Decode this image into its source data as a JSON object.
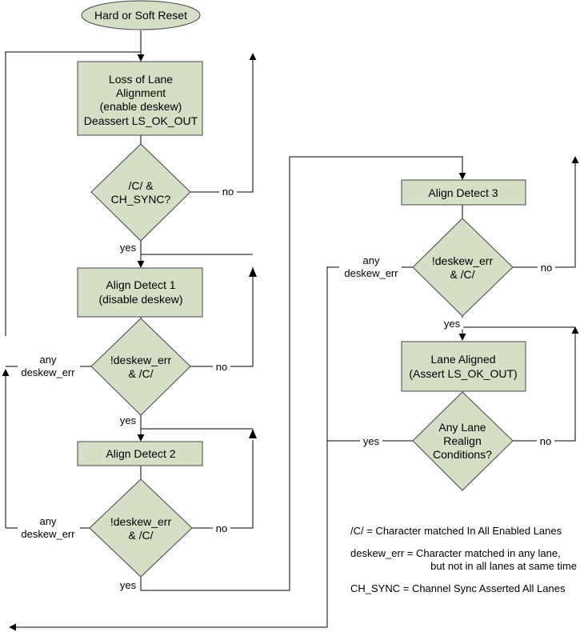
{
  "nodes": {
    "start": "Hard or Soft Reset",
    "loss": [
      "Loss of Lane",
      "Alignment",
      "(enable deskew)",
      "Deassert LS_OK_OUT"
    ],
    "dec_sync": [
      "/C/ &",
      "CH_SYNC?"
    ],
    "align1": [
      "Align Detect 1",
      "(disable deskew)"
    ],
    "dec1": [
      "!deskew_err",
      "& /C/"
    ],
    "align2": [
      "Align Detect 2"
    ],
    "dec2": [
      "!deskew_err",
      "& /C/"
    ],
    "align3": [
      "Align Detect 3"
    ],
    "dec3": [
      "!deskew_err",
      "& /C/"
    ],
    "aligned": [
      "Lane Aligned",
      "(Assert LS_OK_OUT)"
    ],
    "dec_realign": [
      "Any Lane",
      "Realign",
      "Conditions?"
    ]
  },
  "labels": {
    "no": "no",
    "yes": "yes",
    "any_deskew": [
      "any",
      "deskew_err"
    ]
  },
  "legend": [
    "/C/ = Character matched In All Enabled Lanes",
    "deskew_err = Character matched  in any lane,",
    "but not in all lanes at same time",
    "CH_SYNC = Channel Sync Asserted All Lanes"
  ]
}
